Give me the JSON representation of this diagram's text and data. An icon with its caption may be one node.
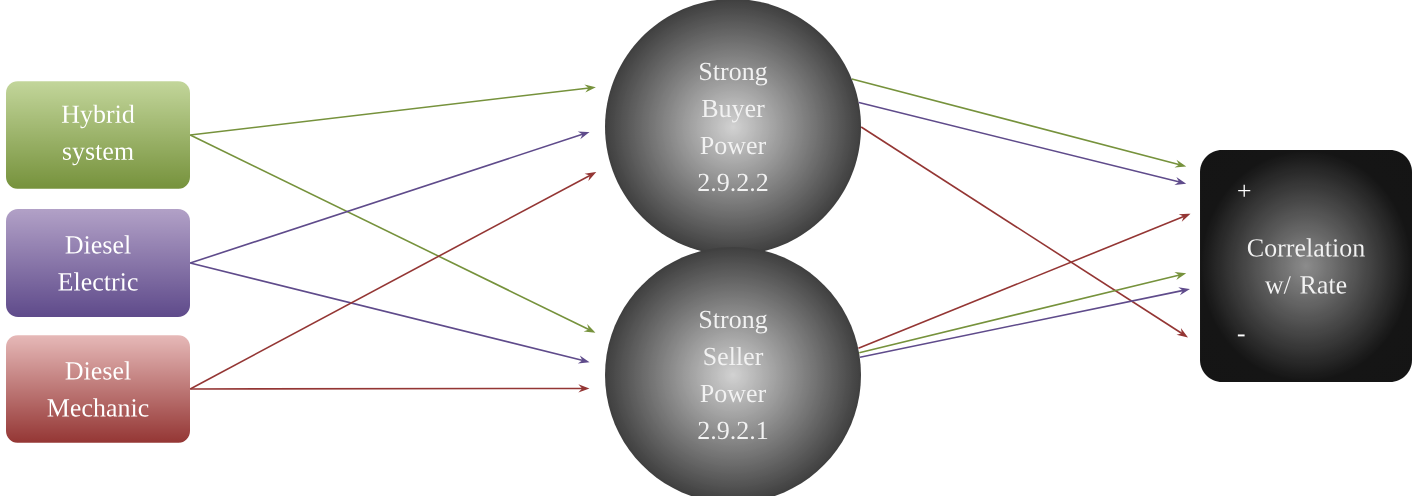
{
  "diagram": {
    "nodes": [
      {
        "text": [
          "Hybrid system"
        ]
      },
      {
        "text": [
          "Diesel Electric"
        ]
      },
      {
        "text": [
          "Diesel Mechanic"
        ]
      },
      {
        "text": [
          "Strong Buyer Power 2.9.2.2"
        ]
      },
      {
        "text": [
          "Strong Seller Power 2.9.2.1"
        ]
      },
      {
        "text": [
          "+",
          "Correlation w/ Rate",
          "-"
        ]
      }
    ],
    "edges": [
      {
        "from": 0,
        "to": 3,
        "arrow": "to",
        "color": "#76923c"
      },
      {
        "from": 0,
        "to": 4,
        "arrow": "to",
        "color": "#76923c"
      },
      {
        "from": 1,
        "to": 3,
        "arrow": "to",
        "color": "#5f4b8b"
      },
      {
        "from": 1,
        "to": 4,
        "arrow": "to",
        "color": "#5f4b8b"
      },
      {
        "from": 2,
        "to": 3,
        "arrow": "to",
        "color": "#943634"
      },
      {
        "from": 2,
        "to": 4,
        "arrow": "to",
        "color": "#943634"
      },
      {
        "from": 3,
        "to": 5,
        "arrow": "to",
        "color": "#76923c"
      },
      {
        "from": 3,
        "to": 5,
        "arrow": "to",
        "color": "#5f4b8b"
      },
      {
        "from": 3,
        "to": 5,
        "arrow": "to",
        "color": "#943634"
      },
      {
        "from": 4,
        "to": 5,
        "arrow": "to",
        "color": "#943634"
      },
      {
        "from": 4,
        "to": 5,
        "arrow": "to",
        "color": "#76923c"
      },
      {
        "from": 4,
        "to": 5,
        "arrow": "to",
        "color": "#5f4b8b"
      }
    ]
  }
}
